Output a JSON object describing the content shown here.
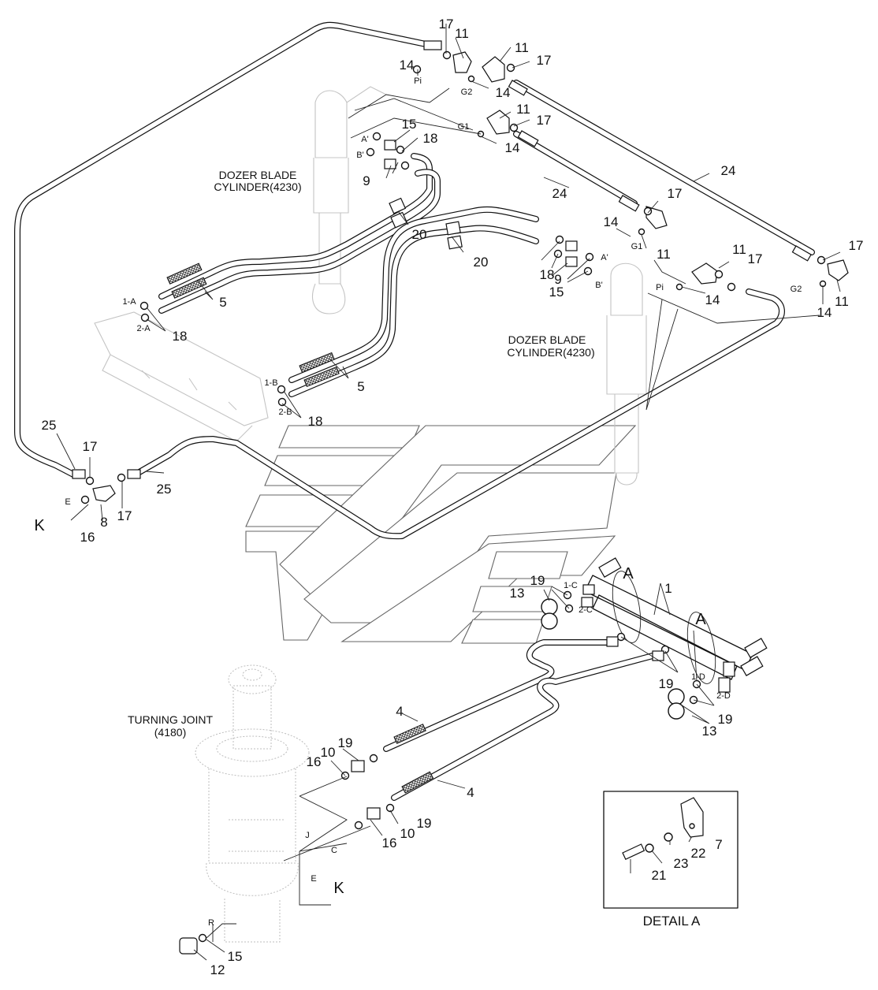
{
  "labels": {
    "cyl_top": "DOZER BLADE",
    "cyl_top_2": "CYLINDER(4230)",
    "cyl_right": "DOZER BLADE",
    "cyl_right_2": "CYLINDER(4230)",
    "tj": "TURNING JOINT",
    "tj_2": "(4180)",
    "detail": "DETAIL A",
    "section_a": "A",
    "section_k": "K"
  },
  "ports": {
    "pi": "Pi",
    "g1": "G1",
    "g2": "G2",
    "a_prime": "A'",
    "b_prime": "B'",
    "p1a": "1-A",
    "p2a": "2-A",
    "p1b": "1-B",
    "p2b": "2-B",
    "p1c": "1-C",
    "p2c": "2-C",
    "p1d": "1-D",
    "p2d": "2-D",
    "e": "E",
    "j": "J",
    "c": "C",
    "r": "R"
  },
  "parts": {
    "p1": "1",
    "p4": "4",
    "p5": "5",
    "p7": "7",
    "p8": "8",
    "p9": "9",
    "p10": "10",
    "p11": "11",
    "p12": "12",
    "p13": "13",
    "p14": "14",
    "p15": "15",
    "p16": "16",
    "p17": "17",
    "p18": "18",
    "p19": "19",
    "p20": "20",
    "p21": "21",
    "p22": "22",
    "p23": "23",
    "p24": "24",
    "p25": "25"
  },
  "colors": {
    "line": "#111111",
    "ghost": "#bdbdbd",
    "background": "#ffffff"
  }
}
